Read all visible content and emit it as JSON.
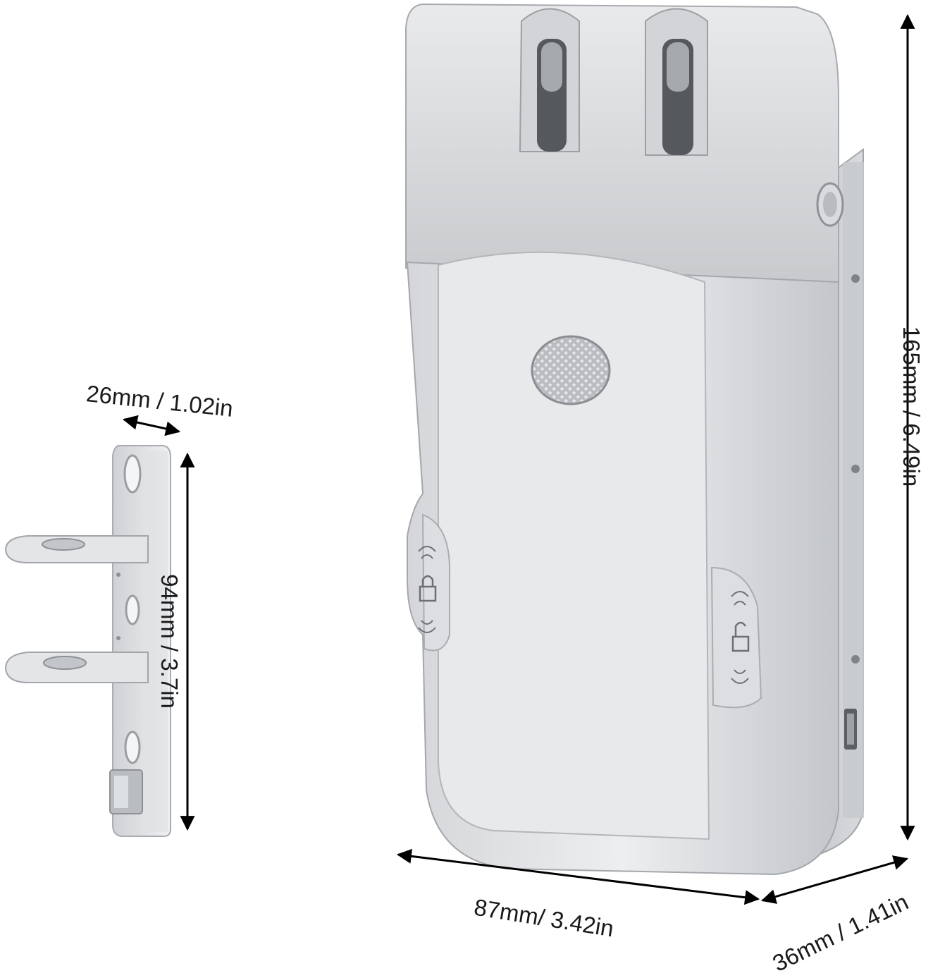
{
  "dimensions": {
    "strike_plate_width": "26mm / 1.02in",
    "strike_plate_height": "94mm / 3.7in",
    "lock_height": "165mm / 6.49in",
    "lock_width": "87mm/ 3.42in",
    "lock_depth": "36mm / 1.41in"
  },
  "colors": {
    "metal_light": "#e6e7e9",
    "metal_mid": "#c9cbce",
    "metal_dark": "#9fa2a6",
    "arrow": "#000000"
  }
}
